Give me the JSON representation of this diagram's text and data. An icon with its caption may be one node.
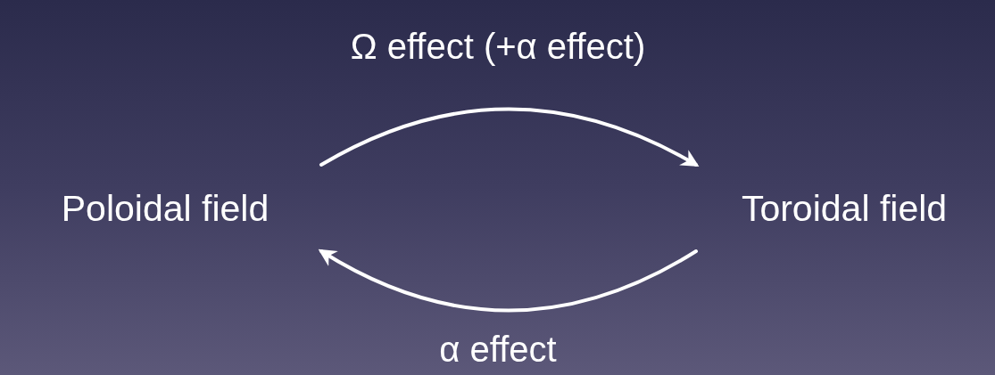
{
  "diagram": {
    "nodes": [
      {
        "text": [
          "Poloidal field"
        ]
      },
      {
        "text": [
          "Toroidal field"
        ]
      }
    ],
    "edges": [
      {
        "from": 0,
        "to": 1,
        "arrow": "to",
        "label": "Ω effect (+α effect)"
      },
      {
        "from": 1,
        "to": 0,
        "arrow": "to",
        "label": "α effect"
      }
    ]
  }
}
